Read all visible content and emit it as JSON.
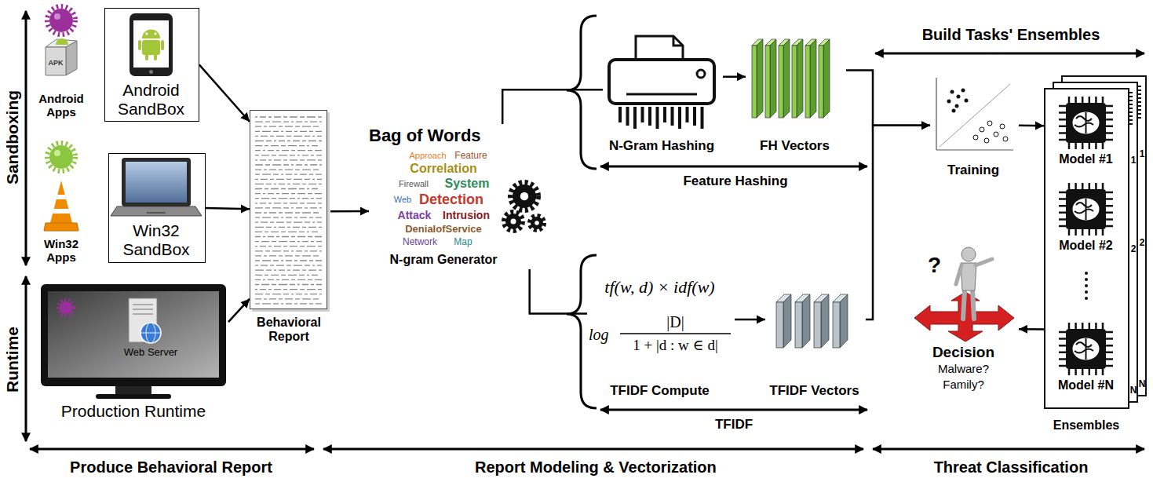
{
  "diagram": {
    "nodes": [
      {
        "text": [
          "Android SandBox"
        ]
      },
      {
        "text": [
          "Win32 SandBox"
        ]
      },
      {
        "text": [
          "Web Server",
          "Production Runtime"
        ]
      },
      {
        "text": [
          "Behavioral Report"
        ]
      },
      {
        "text": [
          "Bag of Words",
          "N-gram Generator"
        ]
      },
      {
        "text": [
          "N-Gram Hashing"
        ]
      },
      {
        "text": [
          "FH Vectors"
        ]
      },
      {
        "text": [
          "tf(w, d) × idf(w)",
          "log",
          "|D|",
          "1 + |d : w ∈ d|",
          "TFIDF Compute"
        ]
      },
      {
        "text": [
          "TFIDF Vectors"
        ]
      },
      {
        "text": [
          "Training"
        ]
      },
      {
        "text": [
          "Ensembles"
        ]
      },
      {
        "text": [
          "Model #1"
        ],
        "in": 10
      },
      {
        "text": [
          "Model #2"
        ],
        "in": 10
      },
      {
        "text": [
          "Model #N"
        ],
        "in": 10
      },
      {
        "text": [
          "?",
          "Decision",
          "Malware?",
          "Family?"
        ]
      }
    ],
    "edges": [
      {
        "from": 0,
        "to": 3,
        "arrow": "to"
      },
      {
        "from": 1,
        "to": 3,
        "arrow": "to"
      },
      {
        "from": 2,
        "to": 3,
        "arrow": "to"
      },
      {
        "from": 3,
        "to": 4,
        "arrow": "to"
      },
      {
        "from": 4,
        "to": 5,
        "arrow": "none"
      },
      {
        "from": 4,
        "to": 7,
        "arrow": "none"
      },
      {
        "from": 5,
        "to": 6,
        "arrow": "to"
      },
      {
        "from": 7,
        "to": 8,
        "arrow": "to"
      },
      {
        "from": 6,
        "to": 9,
        "arrow": "to"
      },
      {
        "from": 8,
        "to": 9,
        "arrow": "to"
      },
      {
        "from": 9,
        "to": 10,
        "arrow": "to"
      },
      {
        "from": 10,
        "to": 14,
        "arrow": "to"
      }
    ],
    "labels": [
      "Sandboxing",
      "Runtime",
      "APK",
      "Android Apps",
      "Win32 Apps",
      "Approach",
      "Feature",
      "Correlation",
      "Firewall",
      "System",
      "Web",
      "Detection",
      "Attack",
      "Intrusion",
      "DenialofService",
      "Network",
      "Map",
      "Feature Hashing",
      "TFIDF",
      "Build Tasks' Ensembles",
      "1",
      "1",
      "2",
      "2",
      "N",
      "N",
      "Produce Behavioral Report",
      "Report Modeling & Vectorization",
      "Threat Classification"
    ]
  }
}
